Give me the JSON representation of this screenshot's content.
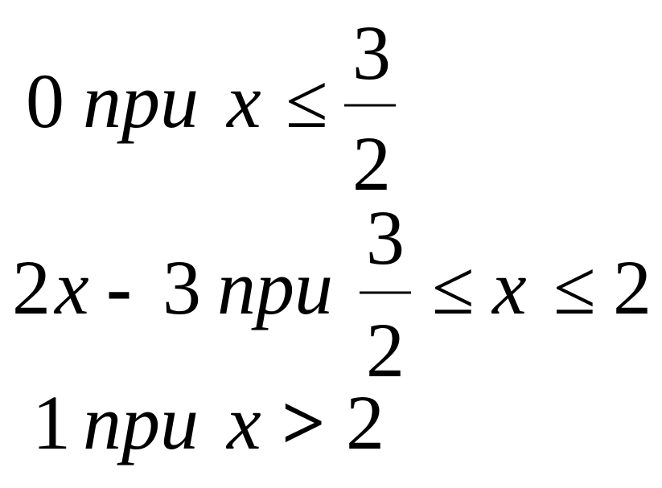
{
  "formula": {
    "case1": {
      "value": "0",
      "word": "при",
      "variable": "x",
      "relation": "≤",
      "bound_numerator": "3",
      "bound_denominator": "2"
    },
    "case2": {
      "coefficient": "2",
      "variable": "x",
      "minus": "-",
      "constant": "3",
      "word": "при",
      "lower_numerator": "3",
      "lower_denominator": "2",
      "relation_left": "≤",
      "variable_mid": "x",
      "relation_right": "≤",
      "upper_bound": "2"
    },
    "case3": {
      "value": "1",
      "word": "при",
      "variable": "x",
      "relation": ">",
      "bound": "2"
    }
  }
}
